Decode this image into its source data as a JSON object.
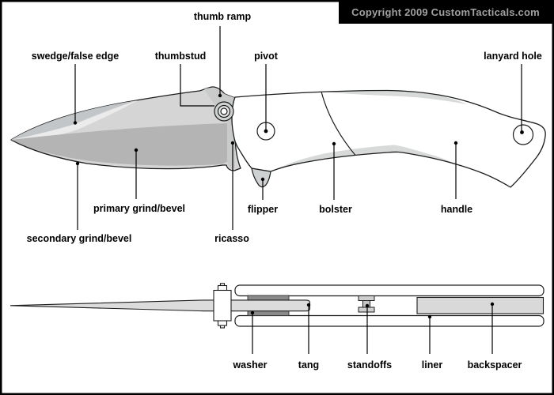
{
  "copyright": "Copyright 2009 CustomTacticals.com",
  "palette": {
    "border": "#000000",
    "copyright_bg": "#000000",
    "copyright_text": "#a0a0a0",
    "outline": "#1c1c1c",
    "blade_flat": "#d5d5d5",
    "blade_swedge": "#c3c6c8",
    "blade_highlight": "#ebebeb",
    "blade_grind": "#b4b4b4",
    "ricasso": "#c9caca",
    "handle_fill": "#ffffff",
    "handle_shade": "#d8dada",
    "flipper_fill": "#cfd2d2",
    "thumbstud_ring": "#cfd2d2",
    "tang_fill": "#dcdcdc",
    "washer_fill": "#8a8a8a",
    "backspacer_fill": "#d9d9d9",
    "standoff_fill": "#cfcfcf",
    "standoff_barrel": "#c4c6c6",
    "leader": "#000000"
  },
  "open_view": {
    "labels": {
      "thumb_ramp": "thumb ramp",
      "swedge": "swedge/false edge",
      "thumbstud": "thumbstud",
      "pivot": "pivot",
      "lanyard_hole": "lanyard hole",
      "primary_grind": "primary grind/bevel",
      "secondary_grind": "secondary grind/bevel",
      "ricasso": "ricasso",
      "flipper": "flipper",
      "bolster": "bolster",
      "handle": "handle"
    }
  },
  "closed_view": {
    "labels": {
      "washer": "washer",
      "tang": "tang",
      "standoffs": "standoffs",
      "liner": "liner",
      "backspacer": "backspacer"
    }
  }
}
